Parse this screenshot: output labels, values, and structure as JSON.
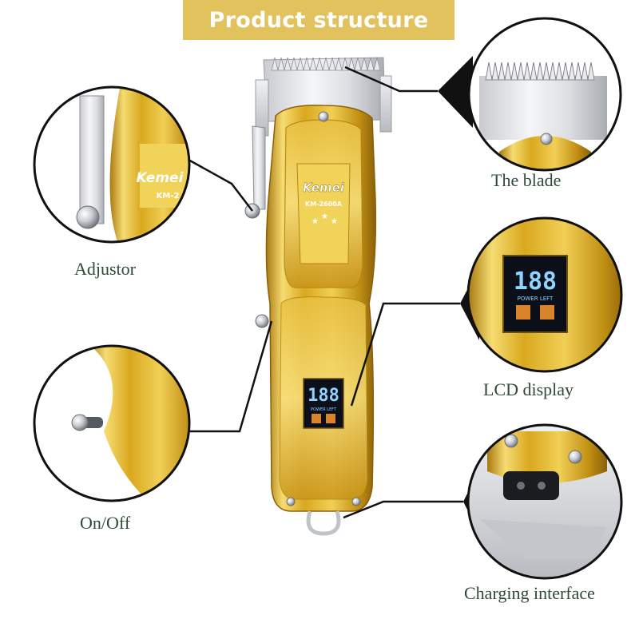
{
  "header": {
    "title": "Product structure"
  },
  "device": {
    "brand": "Kemei",
    "model": "KM-2600A",
    "display_digits": "188",
    "display_caption": "POWER LEFT"
  },
  "callouts": {
    "blade": "The blade",
    "adjustor": "Adjustor",
    "lcd": "LCD display",
    "onoff": "On/Off",
    "charging": "Charging interface"
  },
  "zoom_labels": {
    "adjustor_brand": "Kemei",
    "adjustor_model": "KM-2",
    "lcd_digits": "188",
    "lcd_caption": "POWER LEFT"
  },
  "colors": {
    "gold": "#d9a81e",
    "gold_light": "#f6dc72",
    "gold_dark": "#a97910",
    "banner": "#e2c25d",
    "label_text": "#2e4a36",
    "lcd_blue": "#8fd3ff",
    "lcd_orange": "#d9832a"
  }
}
